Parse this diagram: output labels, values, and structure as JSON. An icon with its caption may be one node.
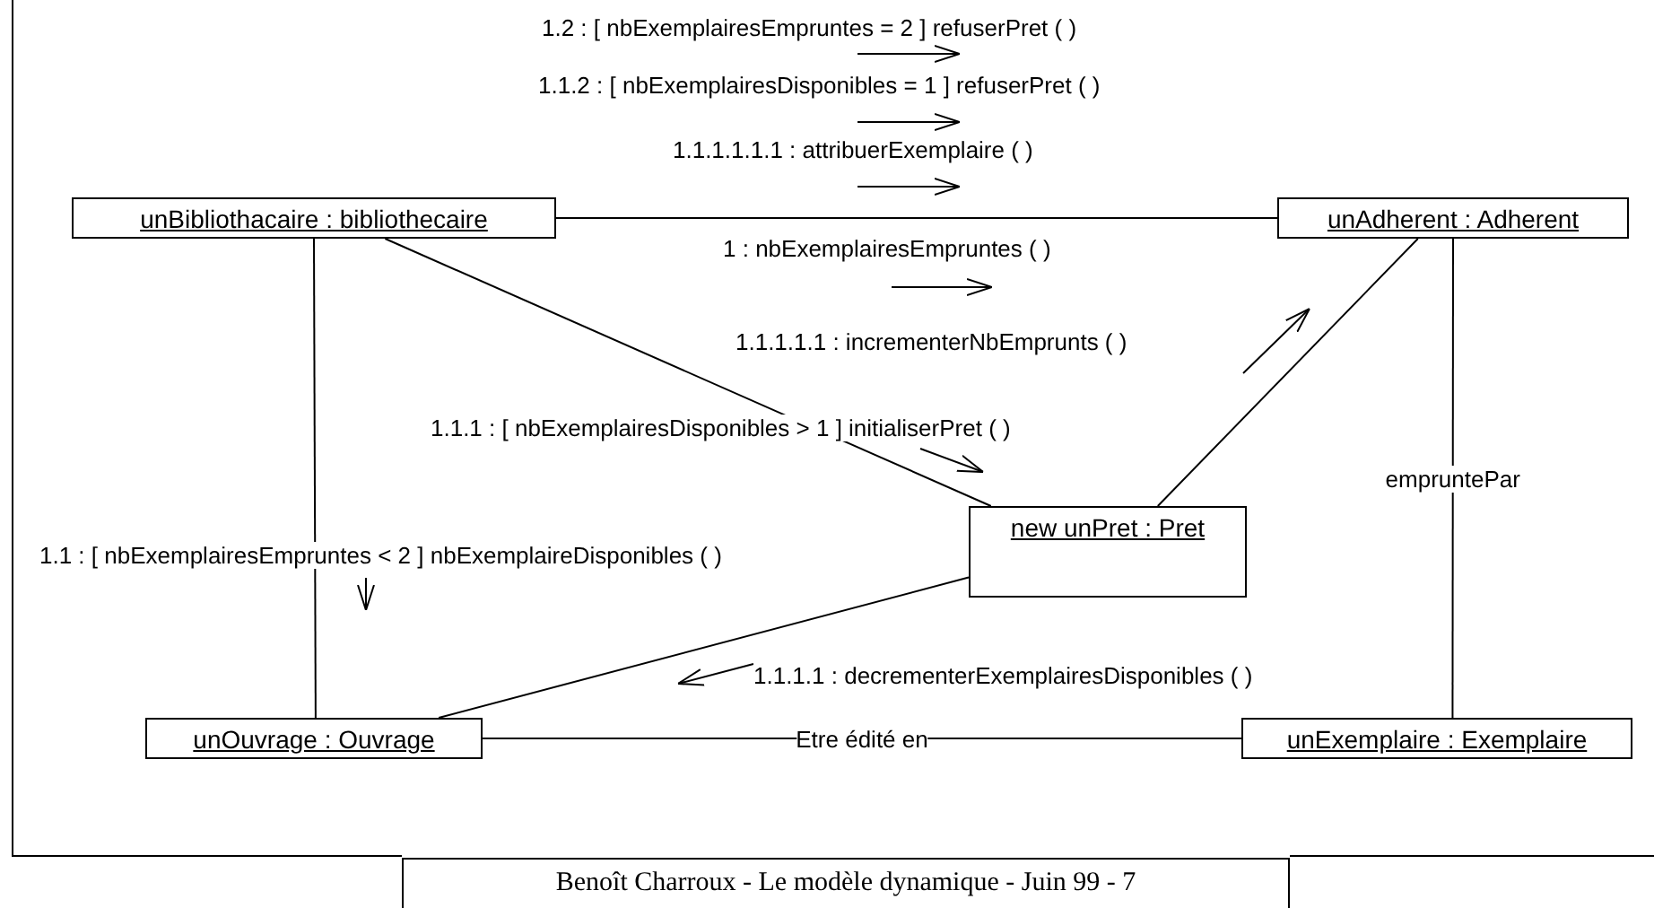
{
  "diagram": {
    "nodes": [
      {
        "text": [
          "unBibliothacaire : bibliothecaire"
        ]
      },
      {
        "text": [
          "unAdherent : Adherent"
        ]
      },
      {
        "text": [
          "new unPret : Pret"
        ]
      },
      {
        "text": [
          "unOuvrage : Ouvrage"
        ]
      },
      {
        "text": [
          "unExemplaire : Exemplaire"
        ]
      },
      {
        "text": [
          "Benoît Charroux - Le modèle dynamique - Juin 99 - 7"
        ]
      }
    ],
    "edges": [
      {
        "from": 0,
        "to": 1,
        "arrow": "none"
      },
      {
        "from": 0,
        "to": 2,
        "arrow": "none"
      },
      {
        "from": 0,
        "to": 3,
        "arrow": "none"
      },
      {
        "from": 1,
        "to": 2,
        "arrow": "none"
      },
      {
        "from": 1,
        "to": 4,
        "arrow": "none",
        "label": "empruntePar"
      },
      {
        "from": 2,
        "to": 3,
        "arrow": "none"
      },
      {
        "from": 3,
        "to": 4,
        "arrow": "none",
        "label": "Etre édité en"
      }
    ],
    "labels": [
      "1.2 : [ nbExemplairesEmpruntes = 2 ] refuserPret ( )",
      "1.1.2 : [ nbExemplairesDisponibles = 1 ] refuserPret ( )",
      "1.1.1.1.1.1 : attribuerExemplaire ( )",
      "1 : nbExemplairesEmpruntes ( )",
      "1.1.1.1.1 : incrementerNbEmprunts ( )",
      "1.1.1 : [ nbExemplairesDisponibles > 1 ] initialiserPret ( )",
      "1.1 : [ nbExemplairesEmpruntes < 2 ] nbExemplaireDisponibles ( )",
      "1.1.1.1 : decrementerExemplairesDisponibles ( )"
    ]
  }
}
